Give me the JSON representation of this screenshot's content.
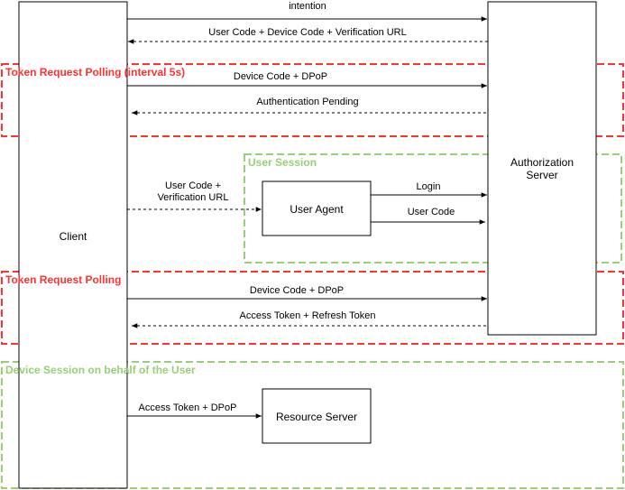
{
  "colors": {
    "polling": "#ff3333",
    "session": "#97d077",
    "line": "#000000"
  },
  "nodes": {
    "client": "Client",
    "auth_server": [
      "Authorization",
      "Server"
    ],
    "user_agent": "User Agent",
    "resource_server": "Resource Server"
  },
  "groups": {
    "polling_interval": "Token Request Polling (interval 5s)",
    "user_session": "User Session",
    "polling": "Token Request Polling",
    "device_session": "Device Session on behalf of the User"
  },
  "messages": {
    "intention": "intention",
    "user_code_device_code_url": "User Code + Device Code + Verification URL",
    "device_code_dpop_1": "Device Code + DPoP",
    "auth_pending": "Authentication Pending",
    "user_code_verification_url": [
      "User Code +",
      "Verification URL"
    ],
    "login": "Login",
    "user_code": "User Code",
    "device_code_dpop_2": "Device Code + DPoP",
    "access_refresh_token": "Access Token + Refresh Token",
    "access_token_dpop": "Access Token + DPoP"
  }
}
